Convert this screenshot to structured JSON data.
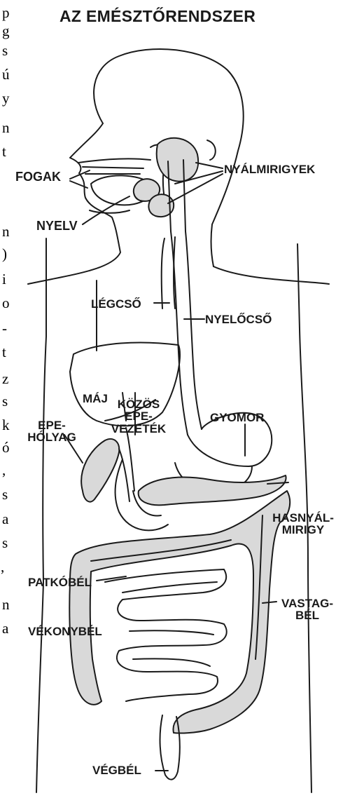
{
  "title": "AZ EMÉSZTŐRENDSZER",
  "labels": {
    "fogak": "FOGAK",
    "nyalmirigyek": "NYÁLMIRIGYEK",
    "nyelv": "NYELV",
    "legcso": "LÉGCSŐ",
    "nyelocso": "NYELŐCSŐ",
    "maj": "MÁJ",
    "kozos_1": "KÖZÖS",
    "kozos_2": "EPE-",
    "kozos_3": "VEZETÉK",
    "epeholyag_1": "EPE-",
    "epeholyag_2": "HÓLYAG",
    "gyomor": "GYOMOR",
    "hasnyal_1": "HASNYÁL-",
    "hasnyal_2": "MIRIGY",
    "patkobel": "PATKÓBÉL",
    "vastag_1": "VASTAG-",
    "vastag_2": "BÉL",
    "vekonybel": "VÉKONYBÉL",
    "vegbel": "VÉGBÉL"
  },
  "margin_fragments": [
    "p",
    "g",
    "s",
    "ú",
    "y",
    "n",
    "t",
    "n",
    ")",
    "i",
    "o",
    "-",
    "t",
    "z",
    "s",
    "k",
    "ó",
    ",",
    "s",
    "a",
    "s",
    ",",
    "n",
    "a"
  ],
  "colors": {
    "line": "#1a1a1a",
    "organ_fill": "#d9d9d9"
  }
}
